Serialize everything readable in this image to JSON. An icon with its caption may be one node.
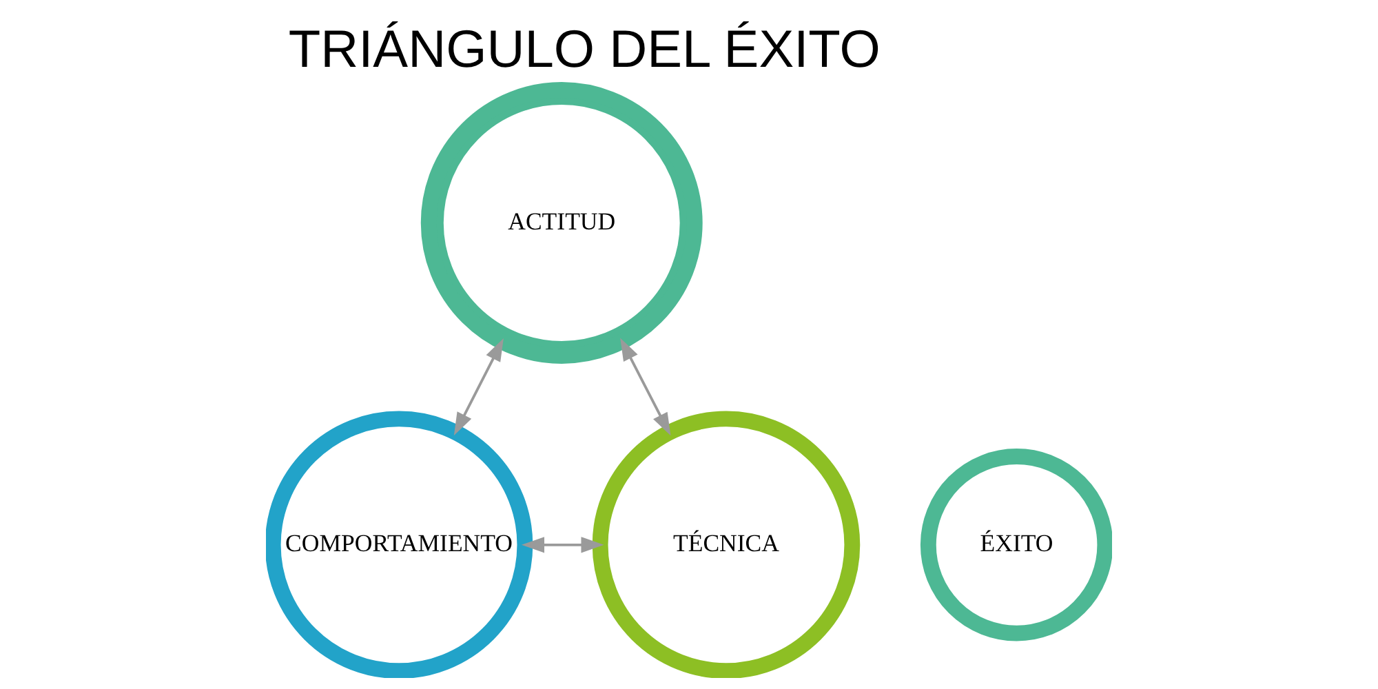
{
  "diagram": {
    "title": "TRIÁNGULO DEL ÉXITO",
    "nodes": [
      {
        "text": [
          "ACTITUD"
        ]
      },
      {
        "text": [
          "COMPORTAMIENTO"
        ]
      },
      {
        "text": [
          "ÉXITO"
        ]
      },
      {
        "text": [
          "TÉCNICA"
        ]
      }
    ],
    "edges": [
      {
        "from": 0,
        "to": 1,
        "arrow": "both"
      },
      {
        "from": 0,
        "to": 3,
        "arrow": "both"
      },
      {
        "from": 1,
        "to": 3,
        "arrow": "both"
      }
    ]
  }
}
